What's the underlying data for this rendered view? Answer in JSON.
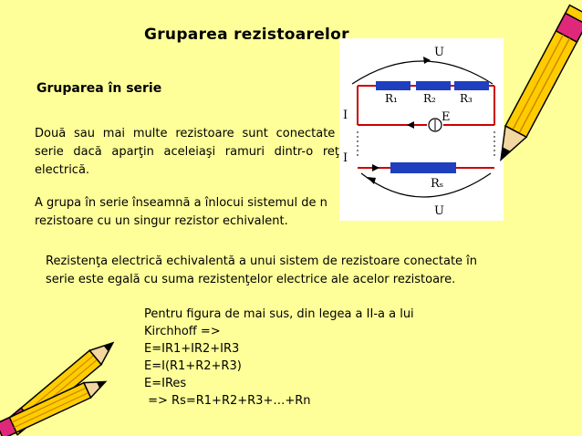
{
  "title": "Gruparea rezistoarelor",
  "subtitle": "Gruparea în serie",
  "paragraph1": "Două sau mai multe rezistoare sunt conectate în serie dacă aparţin aceleiaşi ramuri dintr-o reţea electrică.",
  "paragraph2": "A grupa în serie înseamnă a înlocui sistemul de n rezistoare cu un singur rezistor echivalent.",
  "paragraph3": "Rezistenţa electrică echivalentă a unui sistem de rezistoare conectate în serie este egală cu suma rezistenţelor electrice ale acelor rezistoare.",
  "derivation": [
    "Pentru figura de mai sus, din legea a II-a a lui",
    "Kirchhoff =>",
    "E=IR1+IR2+IR3",
    "E=I(R1+R2+R3)",
    "E=IRes",
    " => Rs=R1+R2+R3+…+Rn"
  ],
  "circuit": {
    "label_u_top": "U",
    "label_r1": "R₁",
    "label_r2": "R₂",
    "label_r3": "R₃",
    "label_i_top": "I",
    "label_e": "E",
    "label_i_bottom": "I",
    "label_rs": "Rₛ",
    "label_u_bottom": "U",
    "colors": {
      "resistor": "#1f3fbf",
      "wire": "#cc0000",
      "arc": "#000000"
    }
  },
  "decorations": [
    {
      "name": "pencil-icon"
    },
    {
      "name": "pencil-icon"
    },
    {
      "name": "pencil-icon"
    }
  ]
}
